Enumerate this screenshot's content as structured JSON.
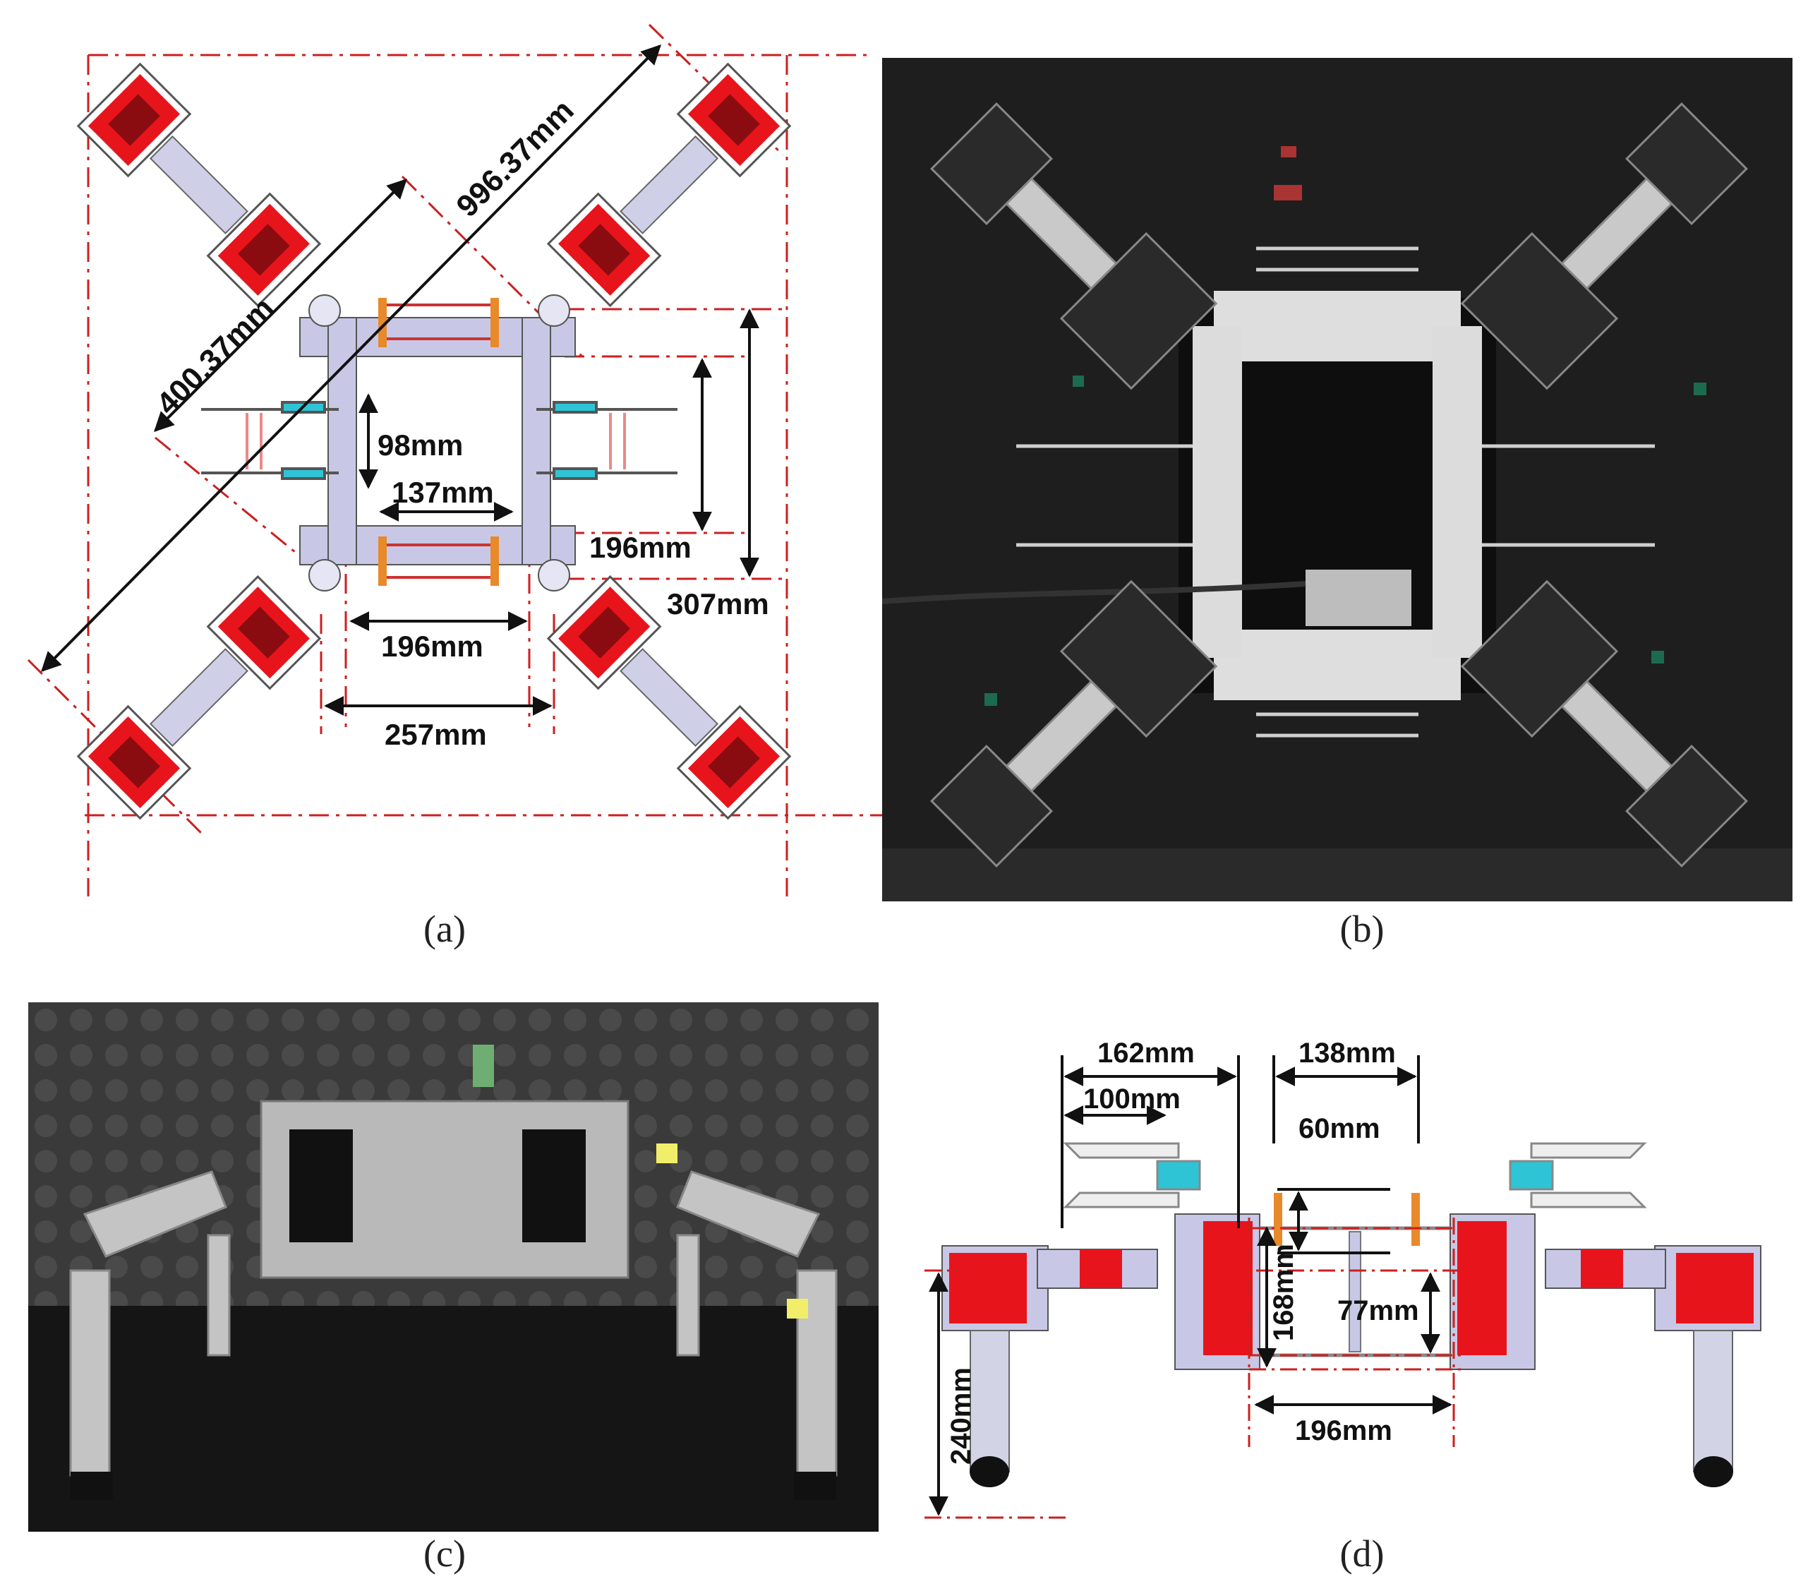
{
  "figure": {
    "panels": [
      {
        "id": "a",
        "caption": "(a)"
      },
      {
        "id": "b",
        "caption": "(b)"
      },
      {
        "id": "c",
        "caption": "(c)"
      },
      {
        "id": "d",
        "caption": "(d)"
      }
    ]
  },
  "panel_a": {
    "dims": {
      "diag_long": "996.37mm",
      "diag_short": "400.37mm",
      "gap_98": "98mm",
      "w_137": "137mm",
      "h_196": "196mm",
      "h_307": "307mm",
      "w_196": "196mm",
      "w_257": "257mm"
    }
  },
  "panel_d": {
    "dims": {
      "w_162": "162mm",
      "w_138": "138mm",
      "w_100": "100mm",
      "w_60": "60mm",
      "h_168": "168mm",
      "h_77": "77mm",
      "h_240": "240mm",
      "w_196": "196mm"
    }
  },
  "colors": {
    "servo_red": "#e8141b",
    "frame_lilac": "#c8c8e6",
    "dim_red": "#cc1f1f",
    "cyan_gripper": "#2ec4d6",
    "photo_dark": "#1c1c1c"
  }
}
